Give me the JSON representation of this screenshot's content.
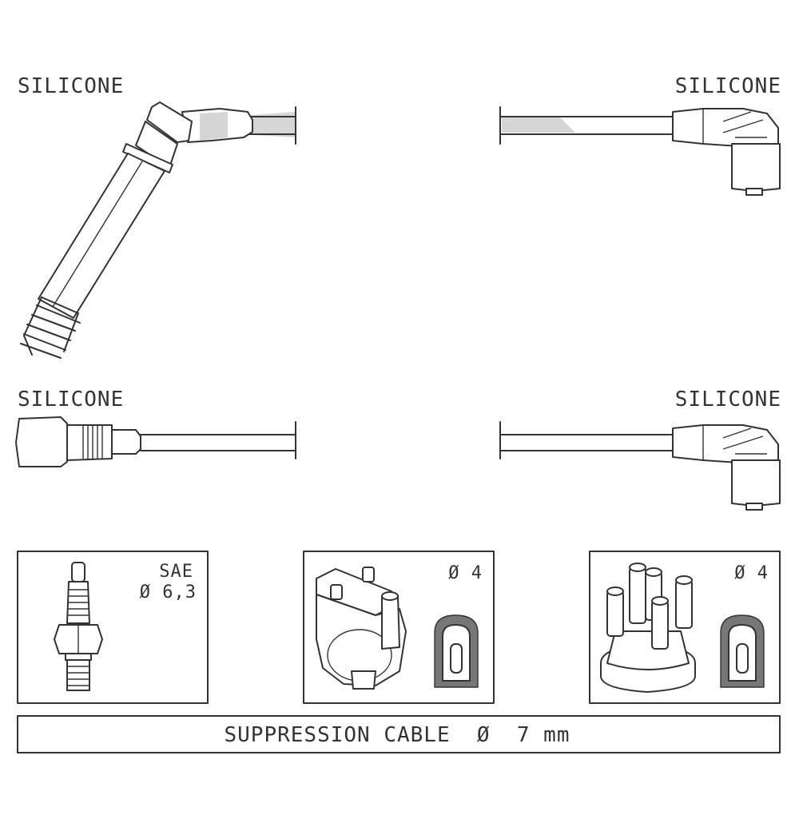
{
  "labels": {
    "top_left": "SILICONE",
    "top_right": "SILICONE",
    "mid_left": "SILICONE",
    "mid_right": "SILICONE"
  },
  "boxes": {
    "spark_plug": {
      "line1": "SAE",
      "line2": "Ø 6,3"
    },
    "coil": {
      "label": "Ø 4"
    },
    "distributor": {
      "label": "Ø 4"
    }
  },
  "footer": {
    "text": "SUPPRESSION CABLE  Ø  7 mm"
  },
  "colors": {
    "line": "#333333",
    "shade": "#d6d6d6",
    "background": "#ffffff"
  }
}
